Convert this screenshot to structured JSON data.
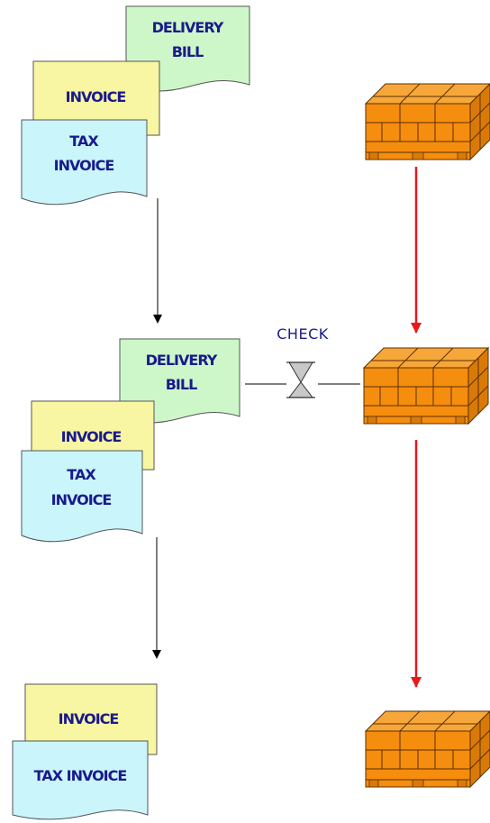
{
  "colors": {
    "delivery_bill": "#cdf7c9",
    "invoice": "#f9f6a3",
    "tax_invoice": "#c9f5fb",
    "pallet_fill": "#f58d0e",
    "pallet_top": "#f7a73a",
    "pallet_side": "#d97a08",
    "red_arrow": "#e8191b",
    "black_arrow": "#000000",
    "text": "#1a1a8c"
  },
  "stages": [
    {
      "delivery_bill": [
        "DELIVERY",
        "BILL"
      ],
      "invoice": "INVOICE",
      "tax_invoice": [
        "TAX",
        "INVOICE"
      ]
    },
    {
      "delivery_bill": [
        "DELIVERY",
        "BILL"
      ],
      "invoice": "INVOICE",
      "tax_invoice": [
        "TAX",
        "INVOICE"
      ]
    },
    {
      "invoice": "INVOICE",
      "tax_invoice": "TAX INVOICE"
    }
  ],
  "check": {
    "label": "CHECK",
    "icon": "hourglass-valve-icon"
  },
  "pallet_icon": "pallet-boxes-icon"
}
